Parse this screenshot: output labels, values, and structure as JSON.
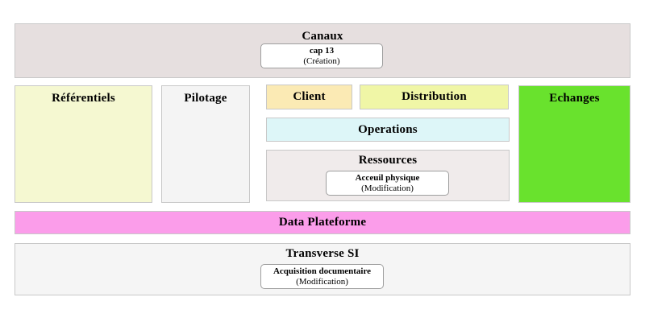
{
  "palette": {
    "canaux_bg": "#e6dfdf",
    "referentiels_bg": "#f5f8d1",
    "pilotage_bg": "#f4f4f4",
    "client_bg": "#fbeab4",
    "distribution_bg": "#f0f6a6",
    "operations_bg": "#ddf6f8",
    "ressources_bg": "#f0ebeb",
    "echanges_bg": "#69e22d",
    "data_plateforme_bg": "#fb9dea",
    "transverse_bg": "#f5f5f5",
    "card_bg": "#ffffff",
    "text": "#000000"
  },
  "blocks": {
    "canaux": {
      "title": "Canaux",
      "card": {
        "name": "cap 13",
        "note": "(Création)"
      }
    },
    "referentiels": {
      "title": "Référentiels"
    },
    "pilotage": {
      "title": "Pilotage"
    },
    "client": {
      "title": "Client"
    },
    "distribution": {
      "title": "Distribution"
    },
    "operations": {
      "title": "Operations"
    },
    "ressources": {
      "title": "Ressources",
      "card": {
        "name": "Acceuil physique",
        "note": "(Modification)"
      }
    },
    "echanges": {
      "title": "Echanges"
    },
    "data_plateforme": {
      "title": "Data Plateforme"
    },
    "transverse_si": {
      "title": "Transverse SI",
      "card": {
        "name": "Acquisition documentaire",
        "note": "(Modification)"
      }
    }
  }
}
